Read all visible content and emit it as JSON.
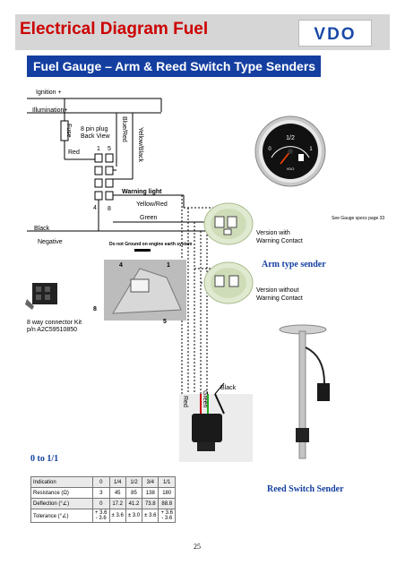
{
  "header": {
    "title": "Electrical Diagram Fuel",
    "logo_text": "VDO",
    "subtitle": "Fuel Gauge – Arm & Reed Switch Type Senders"
  },
  "wiring": {
    "ignition": "Ignition +",
    "illumination": "Illumination+",
    "fuse": "Fuse",
    "plug_line1": "8 pin plug",
    "plug_line2": "Back  View",
    "red": "Red",
    "pin1": "1",
    "pin5": "5",
    "pin4": "4",
    "pin8": "8",
    "blue_red": "Blue/Red",
    "yellow_black": "Yellow/Black",
    "warning_light": "Warning light",
    "yellow_red": "Yellow/Red",
    "green": "Green",
    "black": "Black",
    "negative": "Negative",
    "ground_note": "Do not Ground on engine earth system",
    "gauge_note": "See Gauge specs page 33",
    "connector_line1": "8 way connector Kit",
    "connector_line2": "p/n A2C59510850",
    "photo_pin4": "4",
    "photo_pin1": "1",
    "photo_pin8": "8",
    "photo_pin5": "5",
    "wire_red": "Red",
    "wire_green": "Green",
    "wire_black": "Black"
  },
  "gauge": {
    "dial_half": "1/2",
    "dial_zero": "0",
    "dial_one": "1",
    "brand": "VDO"
  },
  "senders": {
    "arm_title": "Arm type sender",
    "with_contact_line1": "Version with",
    "with_contact_line2": "Warning Contact",
    "without_contact_line1": "Version without",
    "without_contact_line2": "Warning Contact",
    "reed_title": "Reed Switch Sender"
  },
  "range_label": "0 to 1/1",
  "spec_table": {
    "rows": [
      {
        "label": "Indication",
        "cells": [
          "0",
          "1/4",
          "1/2",
          "3/4",
          "1/1"
        ]
      },
      {
        "label": "Resistance (Ω)",
        "cells": [
          "3",
          "45",
          "85",
          "138",
          "180"
        ]
      },
      {
        "label": "Deflection (°∠)",
        "cells": [
          "0",
          "17.2",
          "41.2",
          "73.8",
          "88.8"
        ]
      },
      {
        "label": "Tolerance (°∠)",
        "cells": [
          "+ 3.6\n- 3.6",
          "± 3.6",
          "± 3.0",
          "± 3.6",
          "+ 3.6\n- 3.6"
        ]
      }
    ]
  },
  "page_number": "25",
  "colors": {
    "title_red": "#cc0000",
    "subtitle_blue": "#143fa0",
    "logo_blue": "#1a4aa8"
  }
}
